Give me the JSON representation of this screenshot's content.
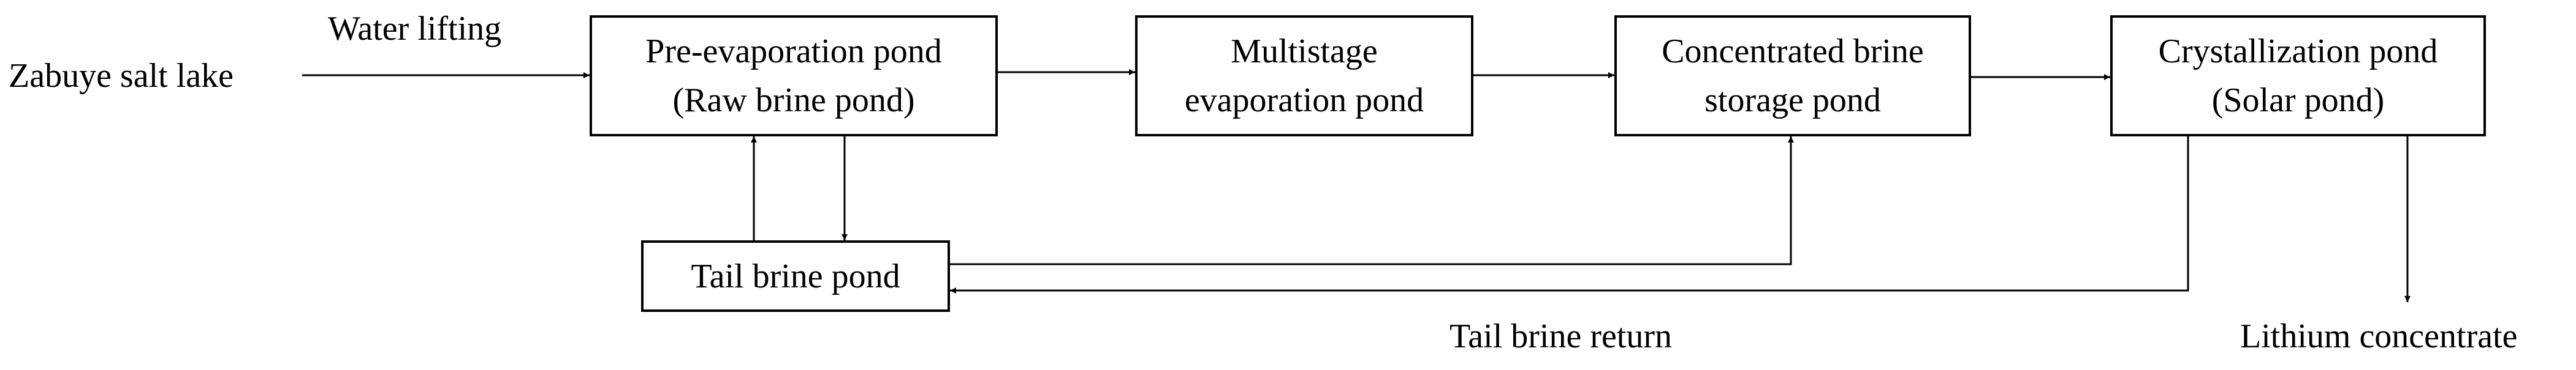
{
  "labels": {
    "source": "Zabuye salt lake",
    "lift": "Water lifting",
    "tail_return": "Tail brine return",
    "product": "Lithium concentrate"
  },
  "boxes": {
    "pre_evap": [
      "Pre-evaporation pond",
      "(Raw brine pond)"
    ],
    "multistage": [
      "Multistage",
      "evaporation pond"
    ],
    "concentrated": [
      "Concentrated brine",
      "storage pond"
    ],
    "crystallization": [
      "Crystallization pond",
      "(Solar pond)"
    ],
    "tail": [
      "Tail brine pond"
    ]
  }
}
